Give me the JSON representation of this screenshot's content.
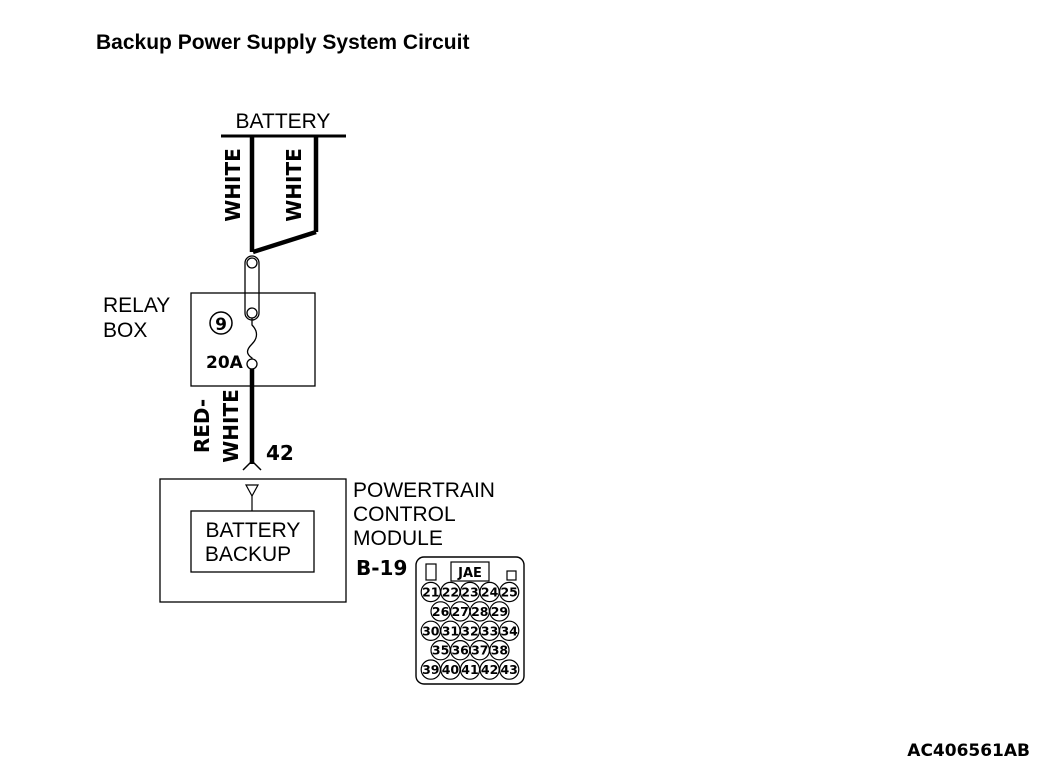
{
  "title": "Backup Power Supply System Circuit",
  "figure_id": "AC406561AB",
  "battery_label": "BATTERY",
  "wires": {
    "left_color": "WHITE",
    "right_color": "WHITE",
    "bottom_color_line1": "RED-",
    "bottom_color_line2": "WHITE"
  },
  "relay_box": {
    "label_line1": "RELAY",
    "label_line2": "BOX",
    "fuse_number": "9",
    "fuse_rating": "20A"
  },
  "terminal_number": "42",
  "pcm": {
    "label_line1": "POWERTRAIN",
    "label_line2": "CONTROL",
    "label_line3": "MODULE",
    "connector_id": "B-19",
    "inner_line1": "BATTERY",
    "inner_line2": "BACKUP"
  },
  "connector": {
    "maker": "JAE",
    "rows": [
      [
        "21",
        "22",
        "23",
        "24",
        "25"
      ],
      [
        "26",
        "27",
        "28",
        "29"
      ],
      [
        "30",
        "31",
        "32",
        "33",
        "34"
      ],
      [
        "35",
        "36",
        "37",
        "38"
      ],
      [
        "39",
        "40",
        "41",
        "42",
        "43"
      ]
    ]
  }
}
